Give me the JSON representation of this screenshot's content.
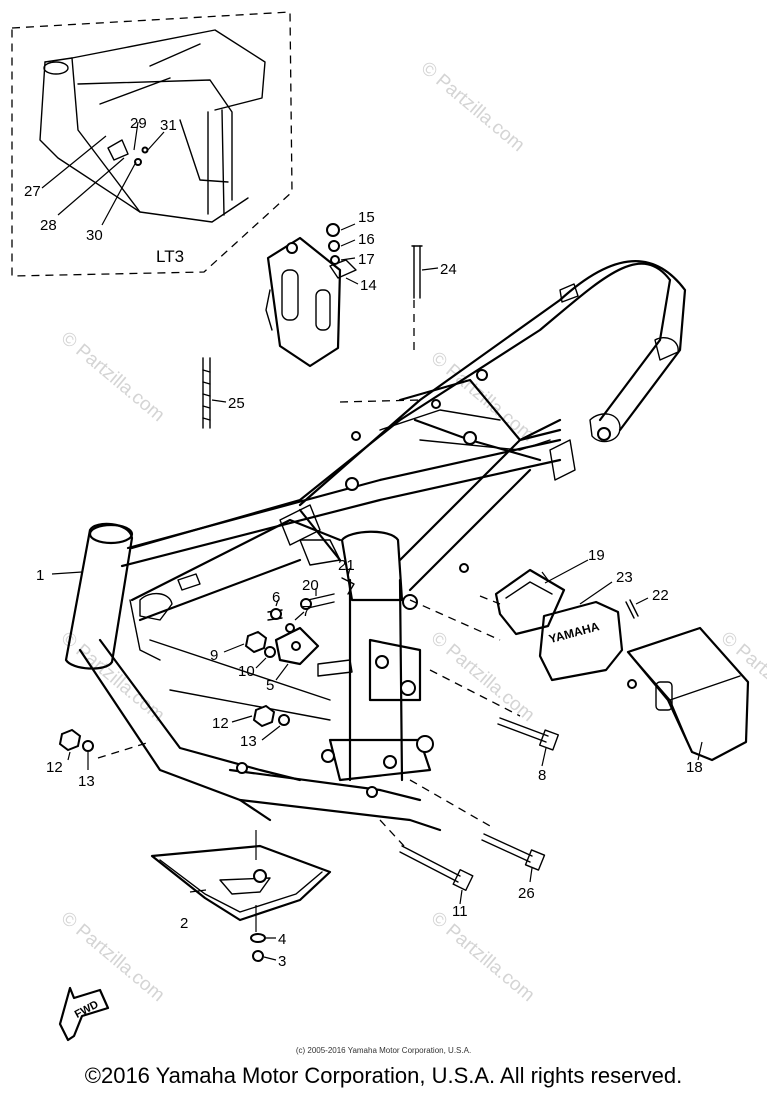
{
  "watermark": "© Partzilla.com",
  "inset_label": "LT3",
  "fwd_label": "FWD",
  "tank_label": "YAMAHA",
  "callouts": {
    "c1": "1",
    "c2": "2",
    "c3": "3",
    "c4": "4",
    "c5": "5",
    "c6": "6",
    "c7": "7",
    "c8": "8",
    "c9": "9",
    "c10": "10",
    "c11": "11",
    "c12a": "12",
    "c12b": "12",
    "c13a": "13",
    "c13b": "13",
    "c14": "14",
    "c15": "15",
    "c16": "16",
    "c17": "17",
    "c18": "18",
    "c19": "19",
    "c20": "20",
    "c21": "21",
    "c22": "22",
    "c23": "23",
    "c24": "24",
    "c25": "25",
    "c26": "26",
    "c27": "27",
    "c28": "28",
    "c29": "29",
    "c30": "30",
    "c31": "31"
  },
  "footer": {
    "small": "(c) 2005-2016 Yamaha Motor Corporation, U.S.A.",
    "main": "©2016 Yamaha Motor Corporation, U.S.A. All rights reserved."
  }
}
